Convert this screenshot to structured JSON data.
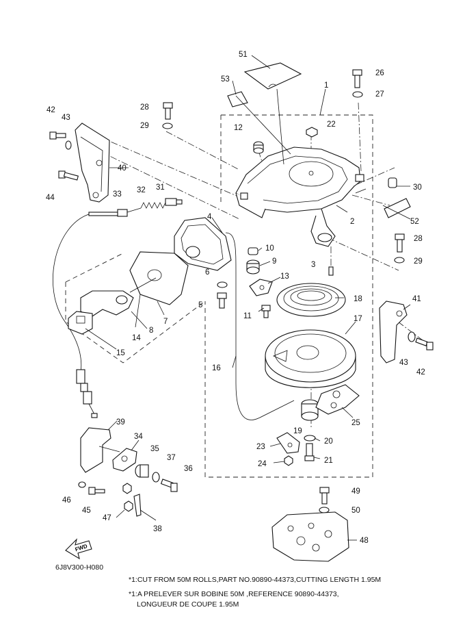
{
  "diagram_code": "6J8V300-H080",
  "fwd_label": "FWD",
  "notes": [
    "*1:CUT FROM 50M ROLLS,PART NO.90890-44373,CUTTING LENGTH 1.95M",
    "*1:A PRELEVER SUR BOBINE 50M ,REFERENCE 90890-44373,",
    "LONGUEUR DE COUPE 1.95M"
  ],
  "callouts": {
    "c1": "1",
    "c2": "2",
    "c3": "3",
    "c4": "4",
    "c5": "5",
    "c6": "6",
    "c7": "7",
    "c8": "8",
    "c9": "9",
    "c10": "10",
    "c11": "11",
    "c12": "12",
    "c13": "13",
    "c14": "14",
    "c15": "15",
    "c16": "16",
    "c17": "17",
    "c18": "18",
    "c19": "19",
    "c20": "20",
    "c21": "21",
    "c22": "22",
    "c23": "23",
    "c24": "24",
    "c25": "25",
    "c26": "26",
    "c27": "27",
    "c28a": "28",
    "c28b": "28",
    "c29a": "29",
    "c29b": "29",
    "c30": "30",
    "c31": "31",
    "c32": "32",
    "c33": "33",
    "c34": "34",
    "c35": "35",
    "c36": "36",
    "c37": "37",
    "c38": "38",
    "c39": "39",
    "c40": "40",
    "c41": "41",
    "c42a": "42",
    "c42b": "42",
    "c43a": "43",
    "c43b": "43",
    "c44": "44",
    "c45": "45",
    "c46": "46",
    "c47": "47",
    "c48": "48",
    "c49": "49",
    "c50": "50",
    "c51": "51",
    "c52": "52",
    "c53": "53"
  }
}
